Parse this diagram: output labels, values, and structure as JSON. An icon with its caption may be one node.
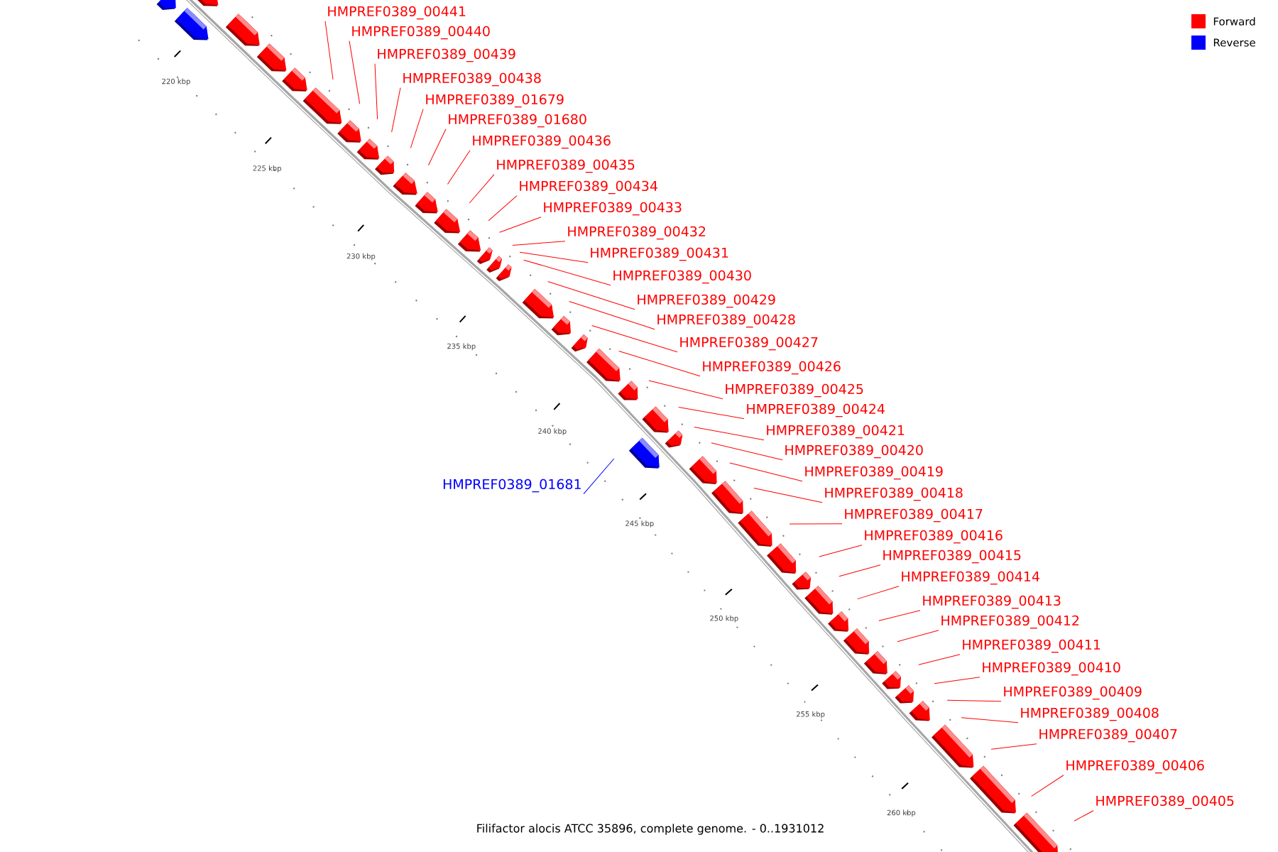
{
  "diagram": {
    "caption": "Filifactor alocis ATCC 35896, complete genome. - 0..1931012",
    "nodes": [
      {
        "text": [
          "HMPREF0389_00441"
        ]
      },
      {
        "text": [
          "HMPREF0389_00440"
        ]
      },
      {
        "text": [
          "HMPREF0389_00439"
        ]
      },
      {
        "text": [
          "HMPREF0389_00438"
        ]
      },
      {
        "text": [
          "HMPREF0389_01679"
        ]
      },
      {
        "text": [
          "HMPREF0389_01680"
        ]
      },
      {
        "text": [
          "HMPREF0389_00436"
        ]
      },
      {
        "text": [
          "HMPREF0389_00435"
        ]
      },
      {
        "text": [
          "HMPREF0389_00434"
        ]
      },
      {
        "text": [
          "HMPREF0389_00433"
        ]
      },
      {
        "text": [
          "HMPREF0389_00432"
        ]
      },
      {
        "text": [
          "HMPREF0389_00431"
        ]
      },
      {
        "text": [
          "HMPREF0389_00430"
        ]
      },
      {
        "text": [
          "HMPREF0389_00429"
        ]
      },
      {
        "text": [
          "HMPREF0389_00428"
        ]
      },
      {
        "text": [
          "HMPREF0389_00427"
        ]
      },
      {
        "text": [
          "HMPREF0389_00426"
        ]
      },
      {
        "text": [
          "HMPREF0389_00425"
        ]
      },
      {
        "text": [
          "HMPREF0389_00424"
        ]
      },
      {
        "text": [
          "HMPREF0389_00421"
        ]
      },
      {
        "text": [
          "HMPREF0389_00420"
        ]
      },
      {
        "text": [
          "HMPREF0389_00419"
        ]
      },
      {
        "text": [
          "HMPREF0389_00418"
        ]
      },
      {
        "text": [
          "HMPREF0389_00417"
        ]
      },
      {
        "text": [
          "HMPREF0389_00416"
        ]
      },
      {
        "text": [
          "HMPREF0389_00415"
        ]
      },
      {
        "text": [
          "HMPREF0389_00414"
        ]
      },
      {
        "text": [
          "HMPREF0389_00413"
        ]
      },
      {
        "text": [
          "HMPREF0389_00412"
        ]
      },
      {
        "text": [
          "HMPREF0389_00411"
        ]
      },
      {
        "text": [
          "HMPREF0389_00410"
        ]
      },
      {
        "text": [
          "HMPREF0389_00409"
        ]
      },
      {
        "text": [
          "HMPREF0389_00408"
        ]
      },
      {
        "text": [
          "HMPREF0389_00407"
        ]
      },
      {
        "text": [
          "HMPREF0389_00406"
        ]
      },
      {
        "text": [
          "HMPREF0389_00405"
        ]
      },
      {
        "text": [
          "HMPREF0389_01681"
        ]
      }
    ],
    "edges": [
      {
        "from": 0,
        "to": null,
        "arrow": "none"
      },
      {
        "from": 1,
        "to": null,
        "arrow": "none"
      },
      {
        "from": 2,
        "to": null,
        "arrow": "none"
      },
      {
        "from": 3,
        "to": null,
        "arrow": "none"
      },
      {
        "from": 4,
        "to": null,
        "arrow": "none"
      },
      {
        "from": 5,
        "to": null,
        "arrow": "none"
      },
      {
        "from": 6,
        "to": null,
        "arrow": "none"
      },
      {
        "from": 7,
        "to": null,
        "arrow": "none"
      },
      {
        "from": 8,
        "to": null,
        "arrow": "none"
      },
      {
        "from": 9,
        "to": null,
        "arrow": "none"
      },
      {
        "from": 10,
        "to": null,
        "arrow": "none"
      },
      {
        "from": 11,
        "to": null,
        "arrow": "none"
      },
      {
        "from": 12,
        "to": null,
        "arrow": "none"
      },
      {
        "from": 13,
        "to": null,
        "arrow": "none"
      },
      {
        "from": 14,
        "to": null,
        "arrow": "none"
      },
      {
        "from": 15,
        "to": null,
        "arrow": "none"
      },
      {
        "from": 16,
        "to": null,
        "arrow": "none"
      },
      {
        "from": 17,
        "to": null,
        "arrow": "none"
      },
      {
        "from": 18,
        "to": null,
        "arrow": "none"
      },
      {
        "from": 19,
        "to": null,
        "arrow": "none"
      },
      {
        "from": 20,
        "to": null,
        "arrow": "none"
      },
      {
        "from": 21,
        "to": null,
        "arrow": "none"
      },
      {
        "from": 22,
        "to": null,
        "arrow": "none"
      },
      {
        "from": 23,
        "to": null,
        "arrow": "none"
      },
      {
        "from": 24,
        "to": null,
        "arrow": "none"
      },
      {
        "from": 25,
        "to": null,
        "arrow": "none"
      },
      {
        "from": 26,
        "to": null,
        "arrow": "none"
      },
      {
        "from": 27,
        "to": null,
        "arrow": "none"
      },
      {
        "from": 28,
        "to": null,
        "arrow": "none"
      },
      {
        "from": 29,
        "to": null,
        "arrow": "none"
      },
      {
        "from": 30,
        "to": null,
        "arrow": "none"
      },
      {
        "from": 31,
        "to": null,
        "arrow": "none"
      },
      {
        "from": 32,
        "to": null,
        "arrow": "none"
      },
      {
        "from": 33,
        "to": null,
        "arrow": "none"
      },
      {
        "from": 34,
        "to": null,
        "arrow": "none"
      },
      {
        "from": 35,
        "to": null,
        "arrow": "none"
      },
      {
        "from": 36,
        "to": null,
        "arrow": "none",
        "color": "#0000ff"
      }
    ],
    "labels": [
      "220 kbp",
      "225 kbp",
      "230 kbp",
      "235 kbp",
      "240 kbp",
      "245 kbp",
      "250 kbp",
      "255 kbp",
      "260 kbp"
    ],
    "legend": [
      {
        "text": "Forward",
        "color": "#ff0000"
      },
      {
        "text": "Reverse",
        "color": "#0000ff"
      }
    ]
  }
}
